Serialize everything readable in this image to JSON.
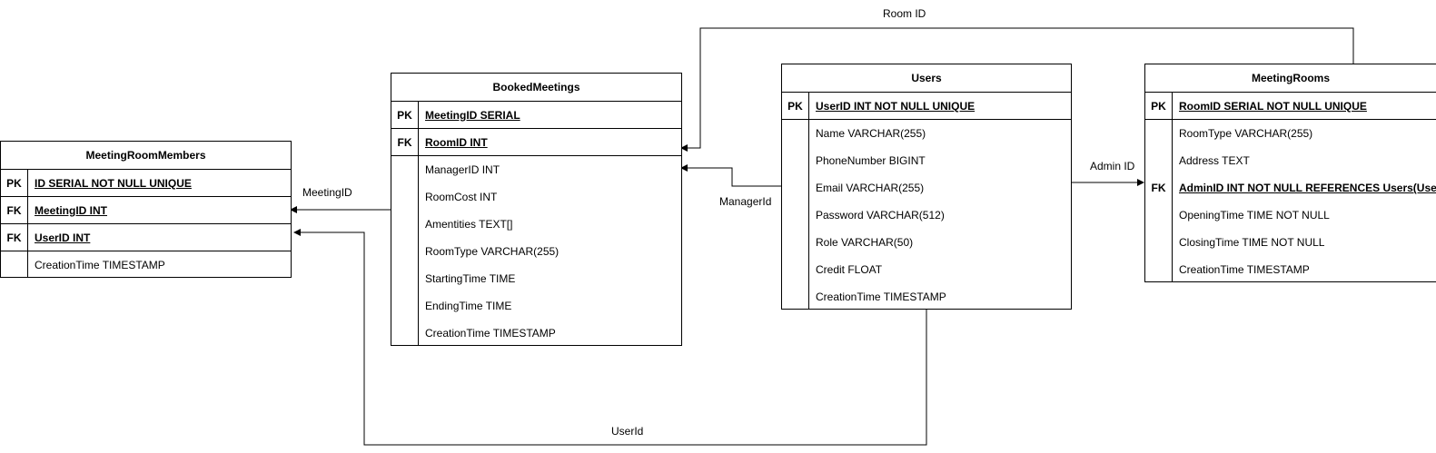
{
  "tables": {
    "booked_meetings": {
      "title": "BookedMeetings",
      "rows": [
        {
          "key": "PK",
          "field": "MeetingID SERIAL"
        },
        {
          "key": "FK",
          "field": "RoomID INT"
        },
        {
          "key": "",
          "field": "ManagerID INT"
        },
        {
          "key": "",
          "field": "RoomCost INT"
        },
        {
          "key": "",
          "field": "Amentities TEXT[]"
        },
        {
          "key": "",
          "field": "RoomType VARCHAR(255)"
        },
        {
          "key": "",
          "field": "StartingTime TIME"
        },
        {
          "key": "",
          "field": "EndingTime TIME"
        },
        {
          "key": "",
          "field": "CreationTime TIMESTAMP"
        }
      ]
    },
    "meeting_room_members": {
      "title": "MeetingRoomMembers",
      "rows": [
        {
          "key": "PK",
          "field": "ID SERIAL NOT NULL UNIQUE"
        },
        {
          "key": "FK",
          "field": "MeetingID INT"
        },
        {
          "key": "FK",
          "field": "UserID INT"
        },
        {
          "key": "",
          "field": "CreationTime TIMESTAMP"
        }
      ]
    },
    "users": {
      "title": "Users",
      "rows": [
        {
          "key": "PK",
          "field": "UserID INT NOT NULL UNIQUE"
        },
        {
          "key": "",
          "field": "Name VARCHAR(255)"
        },
        {
          "key": "",
          "field": "PhoneNumber BIGINT"
        },
        {
          "key": "",
          "field": "Email VARCHAR(255)"
        },
        {
          "key": "",
          "field": "Password VARCHAR(512)"
        },
        {
          "key": "",
          "field": "Role VARCHAR(50)"
        },
        {
          "key": "",
          "field": "Credit FLOAT"
        },
        {
          "key": "",
          "field": "CreationTime TIMESTAMP"
        }
      ]
    },
    "meeting_rooms": {
      "title": "MeetingRooms",
      "rows": [
        {
          "key": "PK",
          "field": "RoomID SERIAL NOT NULL UNIQUE"
        },
        {
          "key": "",
          "field": "RoomType VARCHAR(255)"
        },
        {
          "key": "",
          "field": "Address TEXT"
        },
        {
          "key": "FK",
          "field": "AdminID INT NOT NULL REFERENCES Users(UserID)"
        },
        {
          "key": "",
          "field": "OpeningTime TIME NOT NULL"
        },
        {
          "key": "",
          "field": "ClosingTime TIME NOT NULL"
        },
        {
          "key": "",
          "field": "CreationTime TIMESTAMP"
        }
      ]
    }
  },
  "relations": {
    "room_id": "Room ID",
    "meeting_id": "MeetingID",
    "manager_id": "ManagerId",
    "admin_id": "Admin ID",
    "user_id": "UserId"
  },
  "colors": {
    "line": "#000000",
    "background": "#ffffff"
  }
}
